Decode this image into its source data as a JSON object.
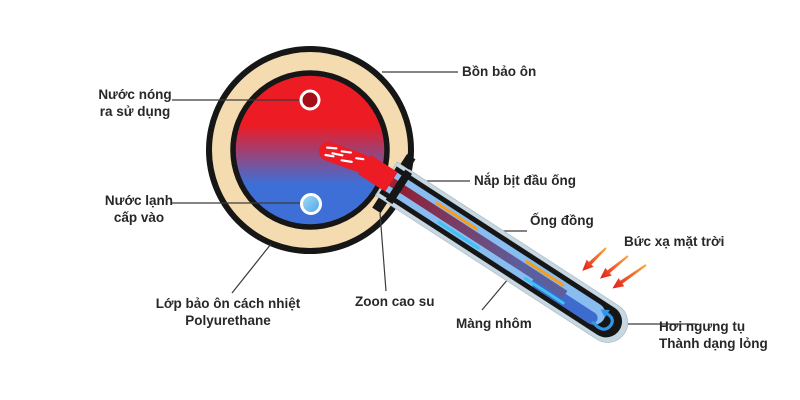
{
  "diagram": {
    "labels": {
      "hot_water_line1": "Nước nóng",
      "hot_water_line2": "ra sử dụng",
      "cold_water_line1": "Nước lạnh",
      "cold_water_line2": "cấp vào",
      "tank": "Bồn bảo ôn",
      "cap": "Nắp bịt đầu ống",
      "copper_pipe": "Ống đồng",
      "rubber_seal": "Zoon cao su",
      "insulation_line1": "Lớp bảo ôn cách nhiệt",
      "insulation_line2": "Polyurethane",
      "aluminum_film": "Màng nhôm",
      "solar_radiation": "Bức xạ mặt trời",
      "condensation_line1": "Hơi ngưng tụ",
      "condensation_line2": "Thành dạng lỏng"
    },
    "colors": {
      "hot": "#EC1B24",
      "cold": "#3E6FD6",
      "hot_port": "#A50D17",
      "cold_port_light": "#A8DCF8",
      "cold_port": "#4BA3E8",
      "insulation_ring": "#F4DCB0",
      "outline": "#161616",
      "glass": "#C7D8E2",
      "inner_glass": "#89BDF0",
      "puddle": "#3E6BCE",
      "copper_bright": "#D61F30",
      "copper": "#8E2138",
      "copper_far": "#5C5F9E",
      "orange_ray": "#F69E1C",
      "cyan_ray": "#3FC1F2",
      "hook_blue": "#2F96E8",
      "arrow_orange": "#F9A93F",
      "arrow_red": "#E31B1C",
      "leader": "#3B3B3B",
      "text": "#282828"
    }
  }
}
